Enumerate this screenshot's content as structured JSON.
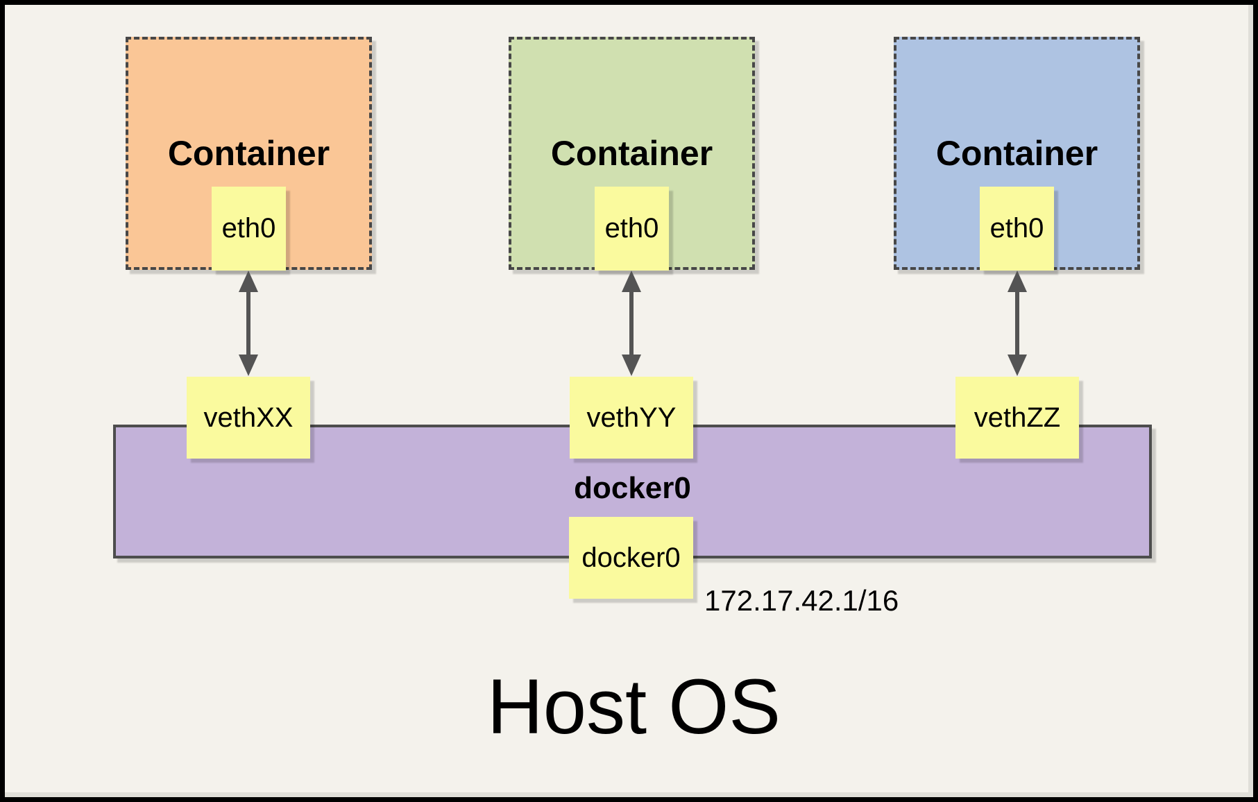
{
  "diagram": {
    "containers": [
      {
        "title": "Container",
        "interface": "eth0",
        "fill": "#FAC696"
      },
      {
        "title": "Container",
        "interface": "eth0",
        "fill": "#D0E0B0"
      },
      {
        "title": "Container",
        "interface": "eth0",
        "fill": "#AEC3E2"
      }
    ],
    "veths": [
      {
        "label": "vethXX"
      },
      {
        "label": "vethYY"
      },
      {
        "label": "vethZZ"
      }
    ],
    "bridge": {
      "title": "docker0",
      "interface": "docker0",
      "ip": "172.17.42.1/16",
      "fill": "#C3B2D9"
    },
    "host": {
      "title": "Host OS"
    },
    "colors": {
      "interface_box_fill": "#FAFA9E",
      "dashed_border": "#474747",
      "arrow": "#545454",
      "background": "#F4F2EC",
      "frame": "#000000"
    }
  }
}
